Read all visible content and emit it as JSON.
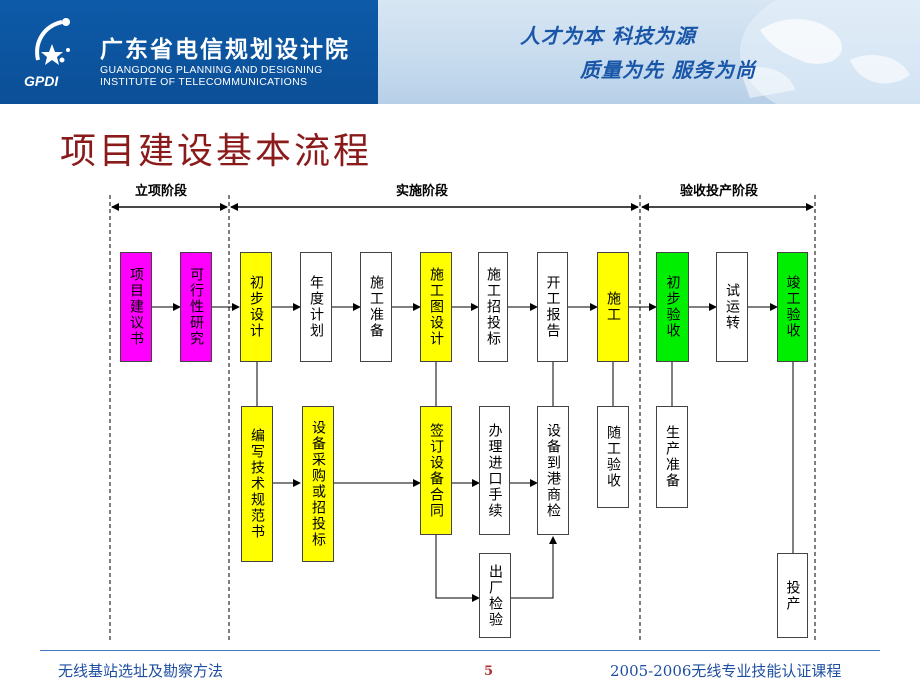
{
  "header": {
    "org_name_cn": "广东省电信规划设计院",
    "org_name_en_1": "GUANGDONG PLANNING AND DESIGNING",
    "org_name_en_2": "INSTITUTE OF TELECOMMUNICATIONS",
    "logo_text": "GPDI",
    "motto_1": "人才为本  科技为源",
    "motto_2": "质量为先  服务为尚"
  },
  "title": "项目建设基本流程",
  "stages": {
    "initiation": "立项阶段",
    "implementation": "实施阶段",
    "acceptance": "验收投产阶段"
  },
  "boxes": {
    "proposal": "项目建议书",
    "feasibility": "可行性研究",
    "preliminary_design": "初步设计",
    "annual_plan": "年度计划",
    "construction_prep": "施工准备",
    "construction_drawing": "施工图设计",
    "construction_bidding": "施工招投标",
    "start_report": "开工报告",
    "construction": "施工",
    "preliminary_acceptance": "初步验收",
    "trial_run": "试运转",
    "final_acceptance": "竣工验收",
    "tech_spec": "编写技术规范书",
    "procurement": "设备采购或招投标",
    "equipment_contract": "签订设备合同",
    "import_procedures": "办理进口手续",
    "equipment_arrival": "设备到港商检",
    "acceptance_with_construction": "随工验收",
    "production_prep": "生产准备",
    "commissioning": "投产",
    "factory_inspection": "出厂检验"
  },
  "colors": {
    "magenta": "#ff00ff",
    "yellow": "#ffff00",
    "green": "#00ee00",
    "title": "#8b1a1a",
    "banner": "#0d5aa8"
  },
  "footer": {
    "left": "无线基站选址及勘察方法",
    "page": "5",
    "right": "2005-2006无线专业技能认证课程"
  }
}
